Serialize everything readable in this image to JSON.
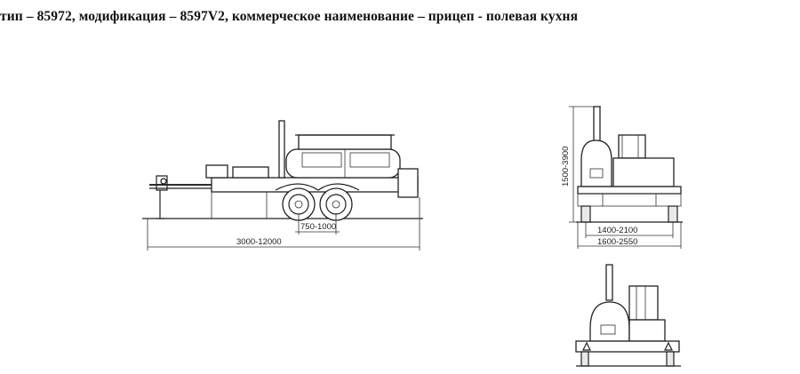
{
  "header": {
    "title": "тип – 85972, модификация – 8597V2, коммерческое наименование – прицеп - полевая кухня"
  },
  "dimensions": {
    "wheelbase": "750-1000",
    "overall_length": "3000-12000",
    "height": "1500-3900",
    "track_width": "1400-2100",
    "overall_width": "1600-2550"
  }
}
